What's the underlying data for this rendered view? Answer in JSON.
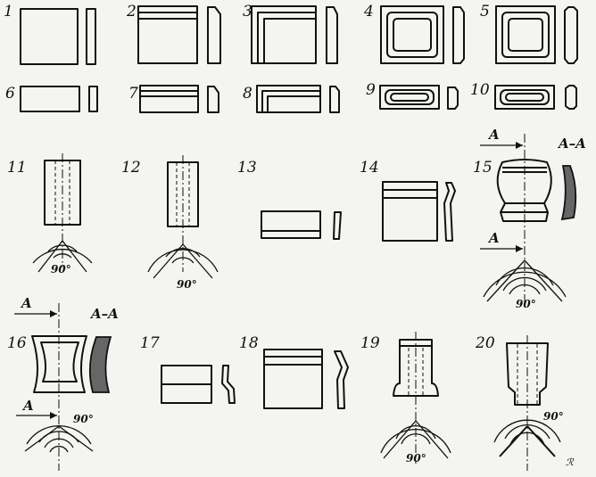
{
  "figure_labels": [
    "1",
    "2",
    "3",
    "4",
    "5",
    "6",
    "7",
    "8",
    "9",
    "10",
    "11",
    "12",
    "13",
    "14",
    "15",
    "16",
    "17",
    "18",
    "19",
    "20"
  ],
  "section_label": "A",
  "section_view_label": "A–A",
  "angle_label": "90°",
  "signature_text": "ℛ"
}
